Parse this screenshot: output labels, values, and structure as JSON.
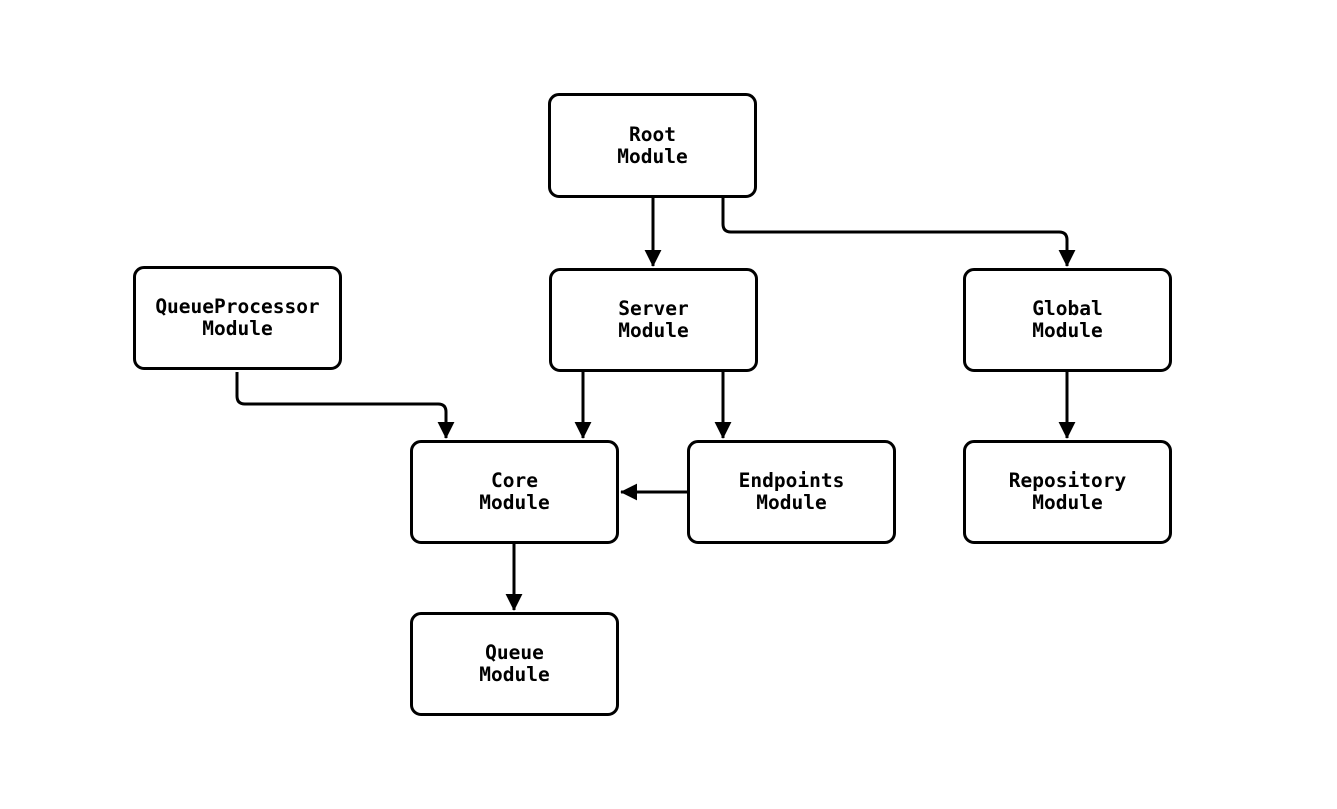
{
  "diagram": {
    "type": "module-dependency-flowchart",
    "background_color": "#ffffff",
    "node_border_color": "#000000",
    "node_fill_color": "#ffffff",
    "edge_color": "#000000",
    "nodes": {
      "root": {
        "label": "Root\nModule"
      },
      "queueprocessor": {
        "label": "QueueProcessor\nModule"
      },
      "server": {
        "label": "Server\nModule"
      },
      "global": {
        "label": "Global\nModule"
      },
      "core": {
        "label": "Core\nModule"
      },
      "endpoints": {
        "label": "Endpoints\nModule"
      },
      "repository": {
        "label": "Repository\nModule"
      },
      "queue": {
        "label": "Queue\nModule"
      }
    },
    "edges": [
      {
        "from": "root",
        "to": "server"
      },
      {
        "from": "root",
        "to": "global"
      },
      {
        "from": "queueprocessor",
        "to": "core"
      },
      {
        "from": "server",
        "to": "core"
      },
      {
        "from": "server",
        "to": "endpoints"
      },
      {
        "from": "endpoints",
        "to": "core"
      },
      {
        "from": "global",
        "to": "repository"
      },
      {
        "from": "core",
        "to": "queue"
      }
    ]
  }
}
